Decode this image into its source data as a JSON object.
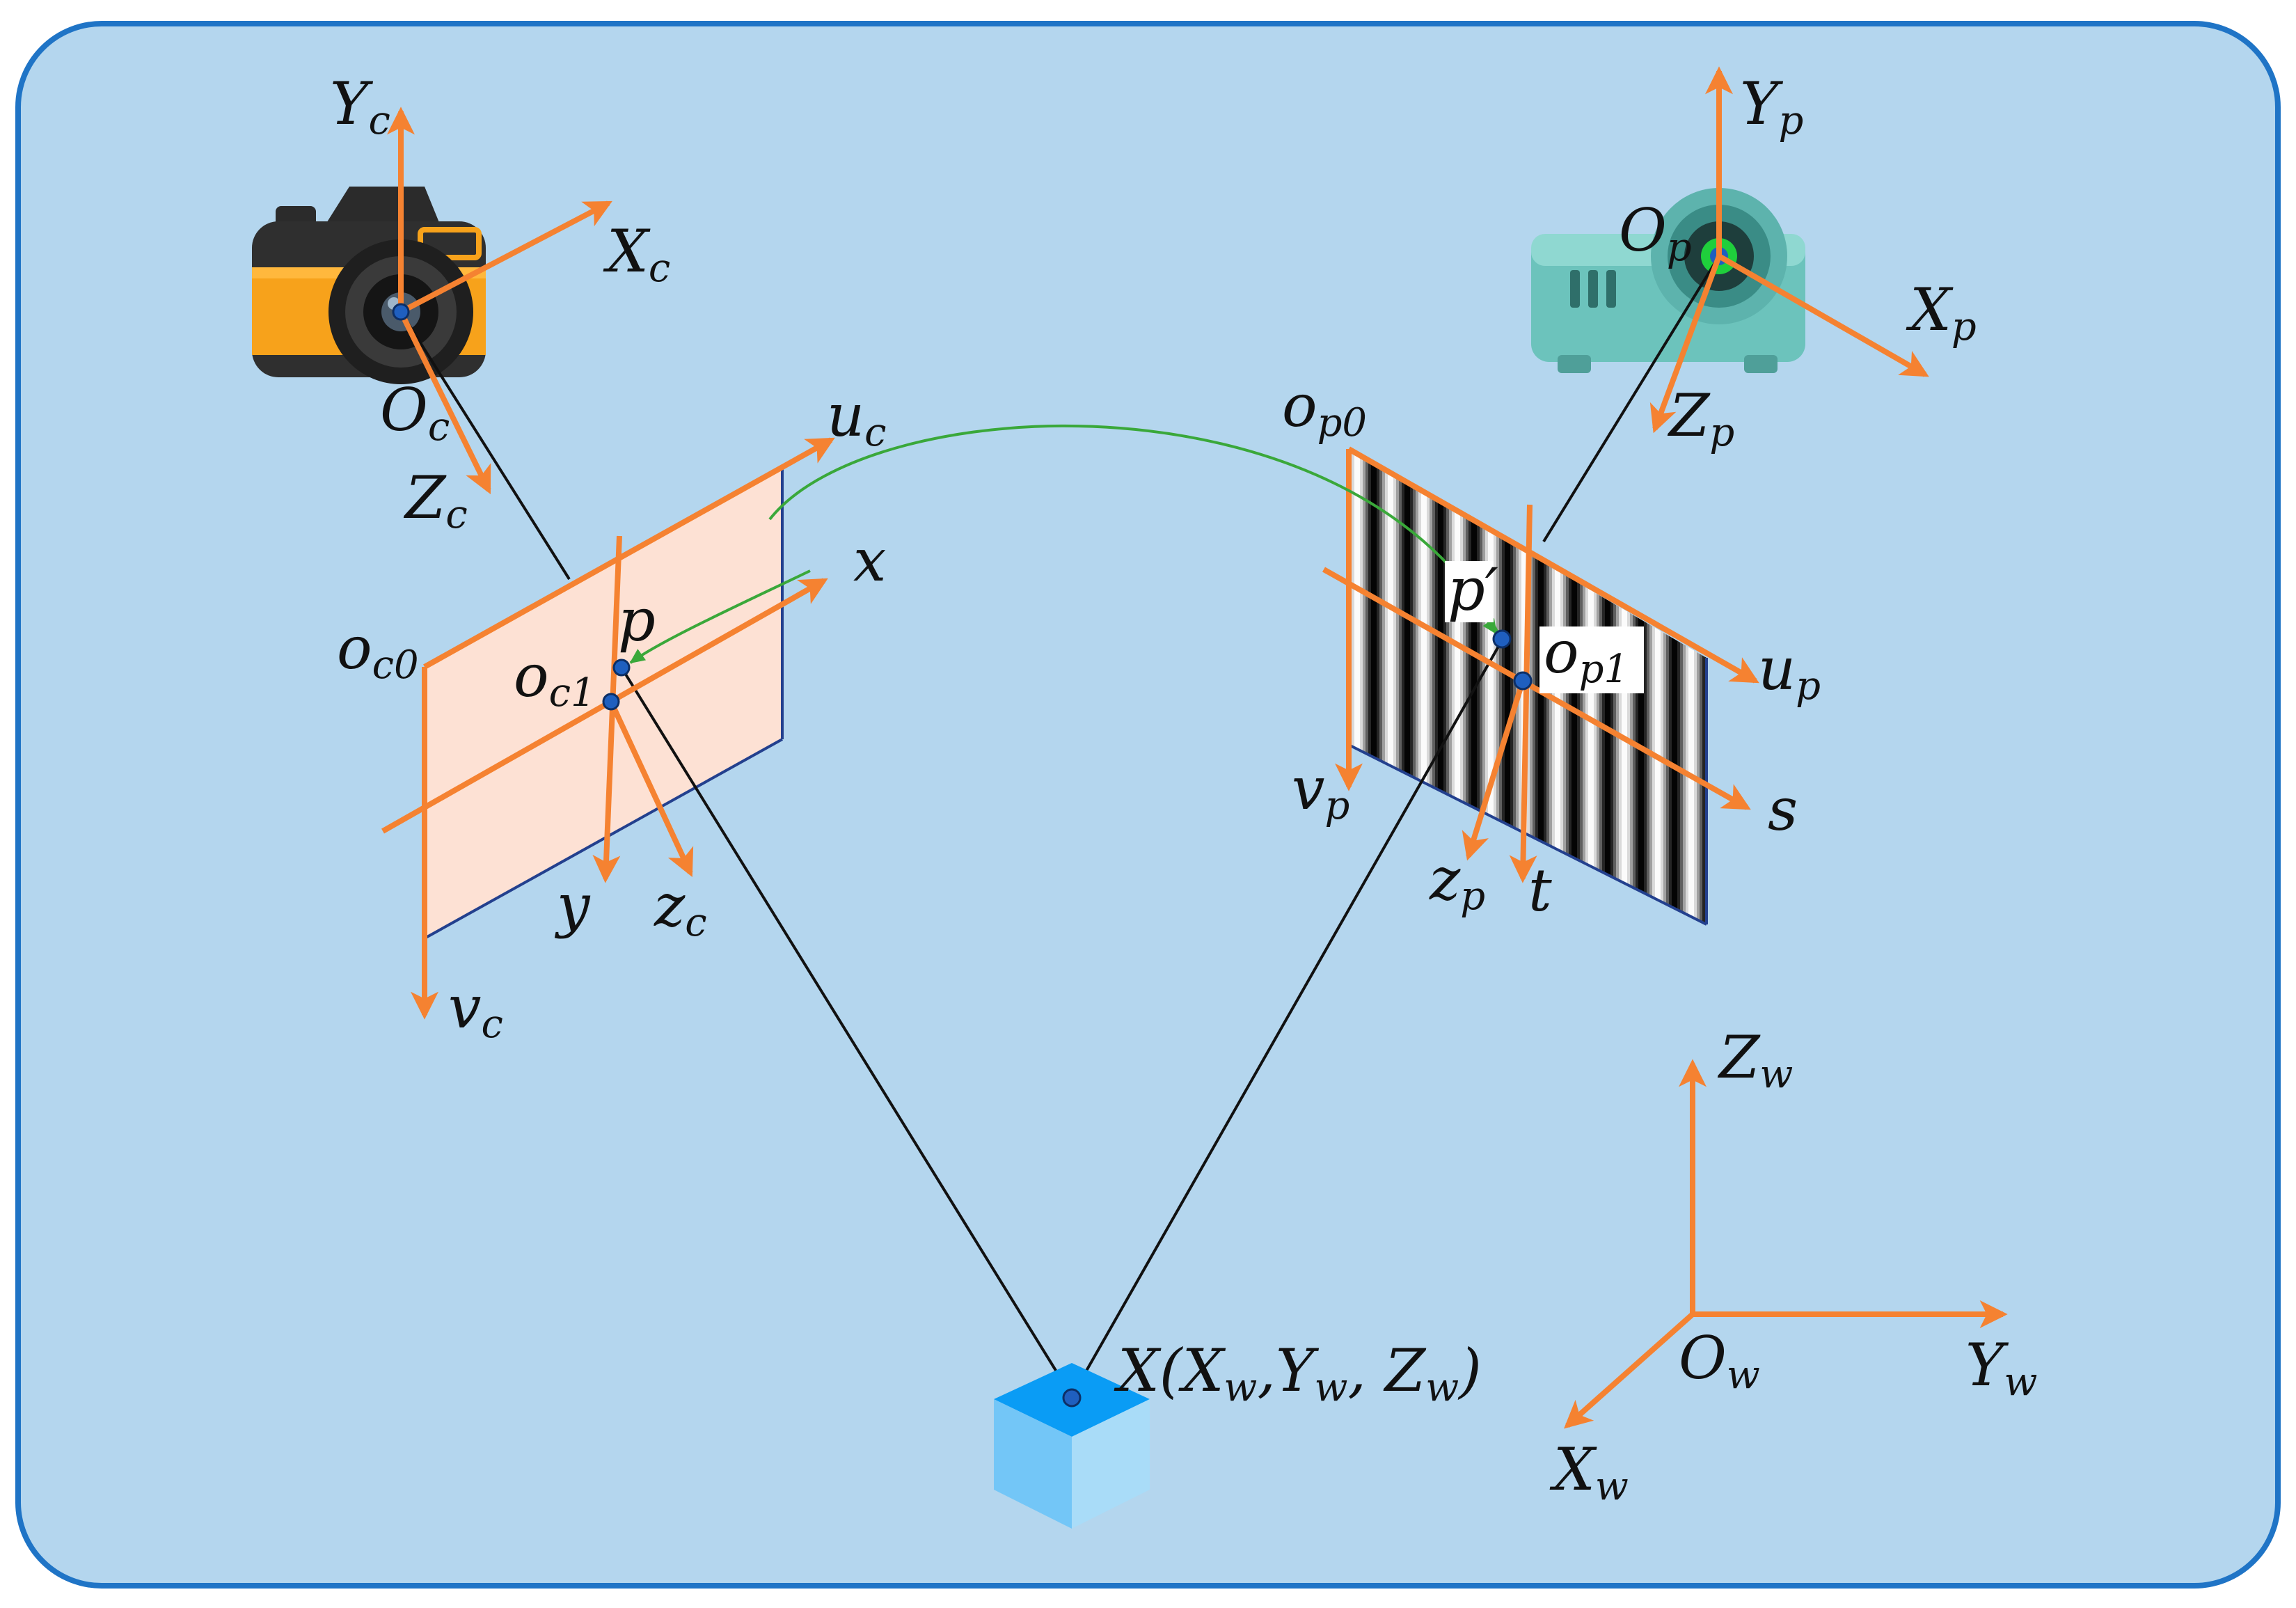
{
  "colors": {
    "panel_fill": "#b4d6ee",
    "panel_border": "#1f74c6",
    "axis": "#f58231",
    "ray": "#111111",
    "correspondence": "#3aa83a",
    "point": "#1f5fbf",
    "image_plane": "#fde1d4",
    "plane_edge": "#23408e",
    "cube_top": "#0a9cf5",
    "cube_side": "#73c6f7",
    "cube_front": "#a9dcf8"
  },
  "icons": {
    "camera": "camera-icon",
    "projector": "projector-icon",
    "object": "cube-icon"
  },
  "camera": {
    "axes": {
      "Yc": "Y",
      "Yc_sub": "c",
      "Xc": "X",
      "Xc_sub": "c",
      "Zc": "Z",
      "Zc_sub": "c",
      "Oc": "O",
      "Oc_sub": "c"
    }
  },
  "camera_plane": {
    "uc": "u",
    "uc_sub": "c",
    "vc": "v",
    "vc_sub": "c",
    "x": "x",
    "y": "y",
    "zc": "z",
    "zc_sub": "c",
    "oc0": "o",
    "oc0_sub": "c0",
    "oc1": "o",
    "oc1_sub": "c1",
    "p": "p"
  },
  "projector": {
    "axes": {
      "Yp": "Y",
      "Yp_sub": "p",
      "Xp": "X",
      "Xp_sub": "p",
      "Zp": "Z",
      "Zp_sub": "p",
      "Op": "O",
      "Op_sub": "p"
    }
  },
  "projector_plane": {
    "op0": "o",
    "op0_sub": "p0",
    "op1": "o",
    "op1_sub": "p1",
    "up": "u",
    "up_sub": "p",
    "vp": "v",
    "vp_sub": "p",
    "s": "s",
    "t": "t",
    "zp": "z",
    "zp_sub": "p",
    "p_prime": "p′"
  },
  "world": {
    "point_label_main": "X(X",
    "point_sub1": "w",
    "point_mid1": ",Y",
    "point_sub2": "w",
    "point_mid2": ", Z",
    "point_sub3": "w",
    "point_end": ")",
    "axes": {
      "Zw": "Z",
      "Zw_sub": "w",
      "Yw": "Y",
      "Yw_sub": "w",
      "Xw": "X",
      "Xw_sub": "w",
      "Ow": "O",
      "Ow_sub": "w"
    }
  }
}
